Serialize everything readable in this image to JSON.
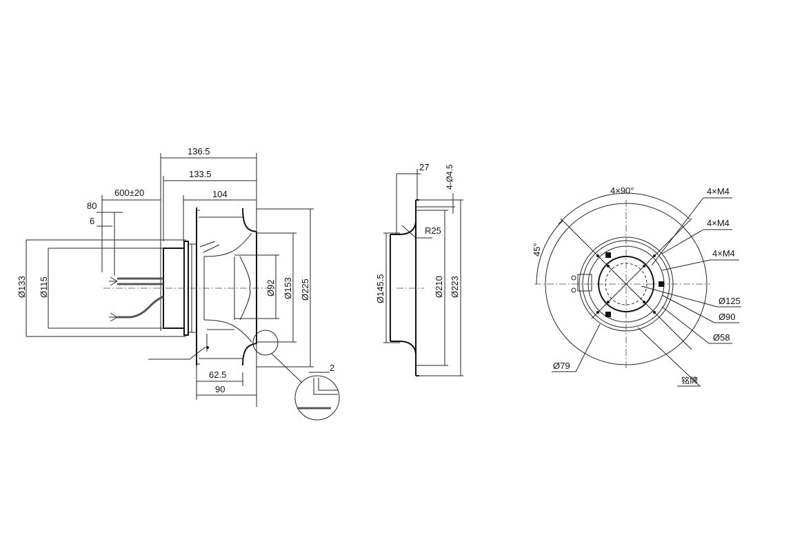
{
  "side_view": {
    "dim_overall": "136.5",
    "dim_body": "133.5",
    "dim_cable": "600±20",
    "dim_impeller": "104",
    "dim_strip": "80",
    "dim_strip_end": "6",
    "dia_motor": "Ø133",
    "dia_housing": "Ø115",
    "dia_hub": "Ø92",
    "dia_inlet": "Ø153",
    "dia_impeller": "Ø225",
    "dim_62_5": "62.5",
    "dim_90": "90",
    "detail_gap": "2"
  },
  "inlet_ring_view": {
    "dim_depth": "27",
    "holes": "4-Ø4.5",
    "radius": "R25",
    "dia_inner": "Ø145.5",
    "dia_bolt": "Ø210",
    "dia_outer": "Ø223"
  },
  "front_view": {
    "angle_spacing": "4×90°",
    "angle_offset": "45°",
    "thread_1": "4×M4",
    "thread_2": "4×M4",
    "thread_3": "4×M4",
    "dia_125": "Ø125",
    "dia_90": "Ø90",
    "dia_58": "Ø58",
    "dia_79": "Ø79",
    "nameplate": "铭牌"
  }
}
